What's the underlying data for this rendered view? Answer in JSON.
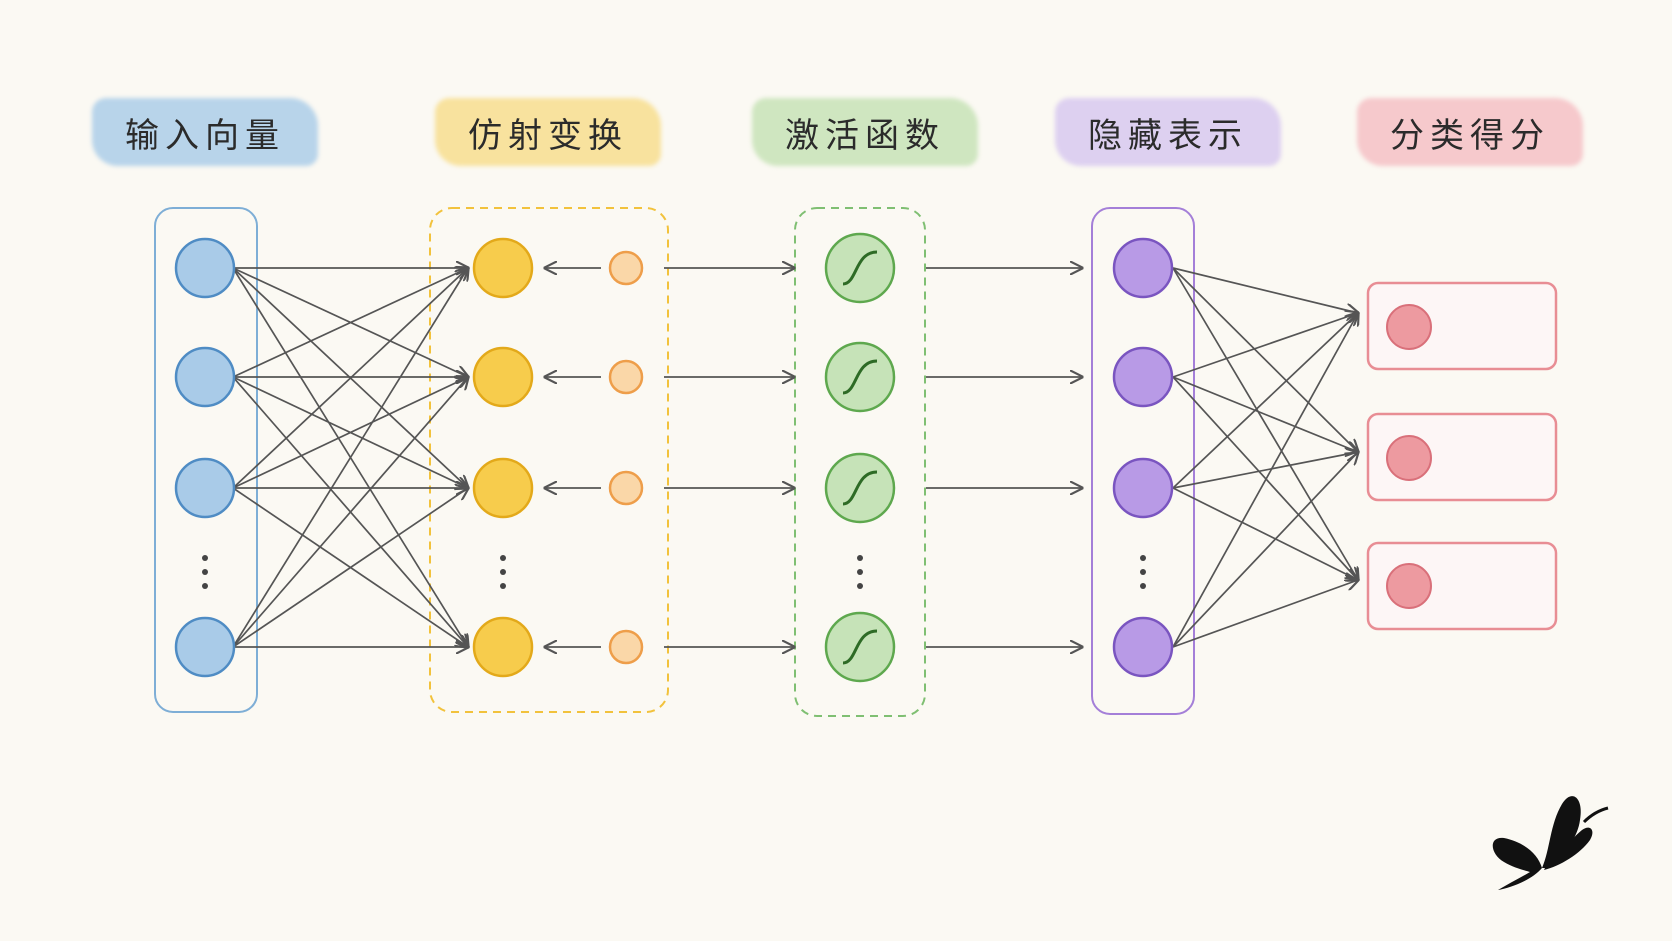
{
  "labels": {
    "input": "输入向量",
    "affine": "仿射变换",
    "activation": "激活函数",
    "hidden": "隐藏表示",
    "scores": "分类得分"
  },
  "colors": {
    "blue": "#6aa3cf",
    "yellow": "#f2c23c",
    "orange": "#f4b572",
    "green": "#7fbf72",
    "purple": "#a47fd8",
    "red": "#e88d94",
    "arrow": "#555555",
    "background": "#fbf9f3"
  },
  "icons": {
    "activation_glyph": "sigmoid-curve-icon",
    "ellipsis": "vertical-dots-icon",
    "logo": "butterfly-logo-icon"
  }
}
